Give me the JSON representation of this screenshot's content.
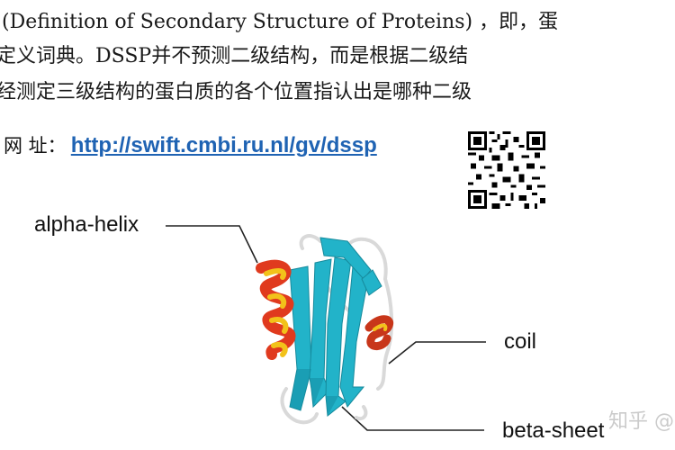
{
  "text": {
    "line1": "(Definition of Secondary Structure of Proteins) ，即，蛋",
    "line2": "定义词典。DSSP并不预测二级结构，而是根据二级结",
    "line3": "经测定三级结构的蛋白质的各个位置指认出是哪种二级"
  },
  "link": {
    "label": "网 址：",
    "url": "http://swift.cmbi.ru.nl/gv/dssp"
  },
  "diagram": {
    "alpha_label": "alpha-helix",
    "coil_label": "coil",
    "beta_label": "beta-sheet"
  },
  "colors": {
    "link": "#1f63b3",
    "sheet": "#22b3c9",
    "helix_red": "#e03a1e",
    "helix_yellow": "#f2c21a",
    "coil": "#e8e8e8"
  },
  "icons": {
    "qr": "qr-code-icon"
  },
  "watermark": "知乎 @"
}
